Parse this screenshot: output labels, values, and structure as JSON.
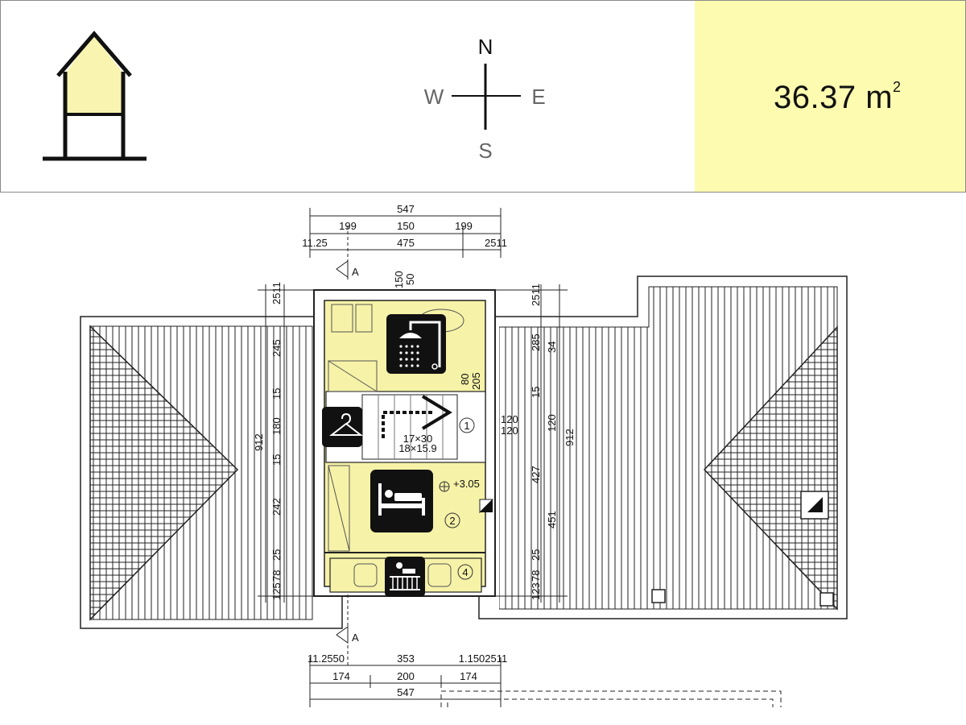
{
  "header": {
    "area_value": "36.37 m",
    "area_unit_exp": "2",
    "compass": {
      "north": "N",
      "south": "S",
      "east": "E",
      "west": "W"
    },
    "house_icon": "house-section-icon"
  },
  "plan": {
    "top_dims": {
      "total": "547",
      "left": "199",
      "mid": "150",
      "right": "199",
      "edge_left": "11.25",
      "inner": "475",
      "edge_right": "2511"
    },
    "bottom_dims": {
      "edge_left": "11.2550",
      "mid_top": "353",
      "edge_right": "1.1502511",
      "left": "174",
      "center": "200",
      "right": "174",
      "total": "547"
    },
    "section_marks": {
      "top": "A",
      "bottom": "A"
    },
    "left_dims": [
      "2511",
      "245",
      "15",
      "180",
      "15",
      "912",
      "242",
      "25",
      "78",
      "125"
    ],
    "right_dims": [
      "2511",
      "285",
      "34",
      "15",
      "120",
      "912",
      "427",
      "451",
      "25",
      "78",
      "123"
    ],
    "stair_labels": {
      "size": "17×30",
      "rise": "18×15.9"
    },
    "small_dims": {
      "d1": "80",
      "d2": "205",
      "d3": "120",
      "d4": "120",
      "d5": "150",
      "d6": "50"
    },
    "level": "+3.05",
    "rooms": [
      "1",
      "2",
      "4"
    ],
    "icons": [
      "shower-icon",
      "hanger-icon",
      "bed-icon",
      "crib-icon"
    ]
  },
  "colors": {
    "room_fill": "#f6f2a8",
    "area_panel": "#fdfbb0",
    "line": "#111111"
  }
}
